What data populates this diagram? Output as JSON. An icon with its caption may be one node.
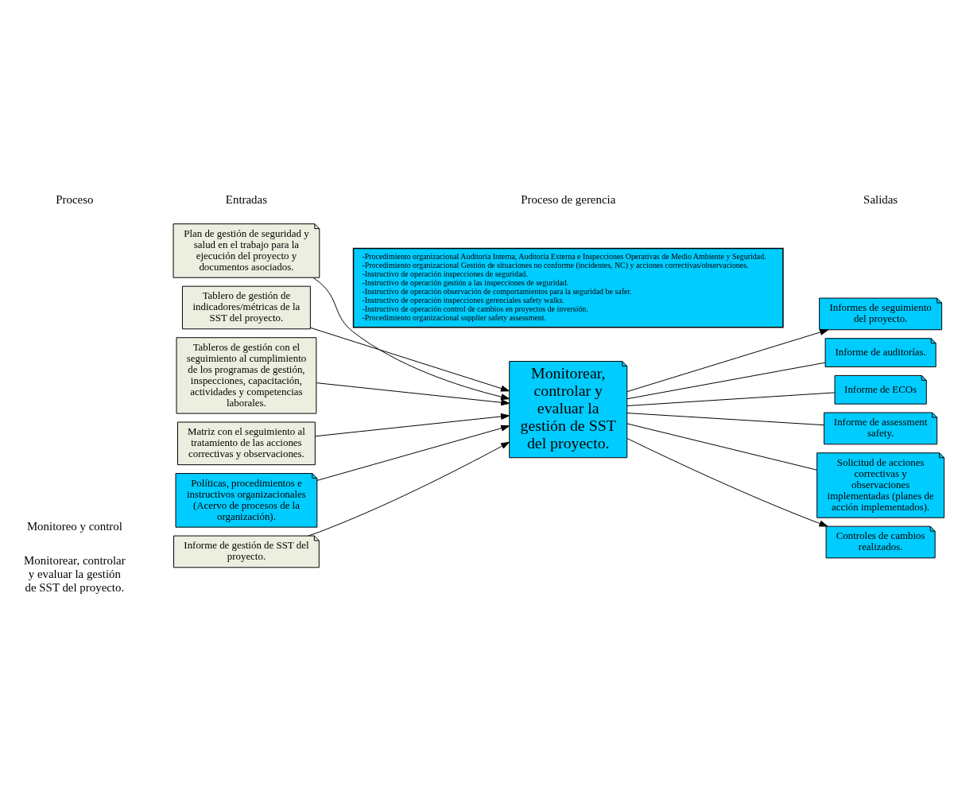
{
  "diagram": {
    "nodes": [
      {
        "text": [
          "Informe de gestión de SST del proyecto."
        ]
      },
      {
        "text": [
          "Plan de gestión de seguridad y salud en el trabajo para la ejecución del proyecto y documentos asociados."
        ]
      },
      {
        "text": [
          "Tablero de gestión de indicadores/métricas de la SST del proyecto."
        ]
      },
      {
        "text": [
          "Tableros de gestión con el seguimiento al cumplimiento de los programas de gestión, inspecciones, capacitación, actividades y competencias laborales."
        ]
      },
      {
        "text": [
          "Matriz con el seguimiento al tratamiento de las acciones correctivas y observaciones."
        ]
      },
      {
        "text": [
          "Políticas, procedimientos e instructivos organizacionales (Acervo de procesos de la organización)."
        ]
      },
      {
        "text": [
          "Monitorear, controlar y evaluar la gestión de SST del proyecto."
        ]
      },
      {
        "text": [
          "Informes de seguimiento del proyecto."
        ]
      },
      {
        "text": [
          "Informe de auditorías."
        ]
      },
      {
        "text": [
          "Informe de ECOs"
        ]
      },
      {
        "text": [
          "Informe de assessment safety."
        ]
      },
      {
        "text": [
          "Solicitud de acciones correctivas y observaciones implementadas (planes de acción implementados)."
        ]
      },
      {
        "text": [
          "Controles de cambios realizados."
        ]
      },
      {
        "text": [
          "-Procedimiento organizacional Auditoría Interna, Auditoría Externa e Inspecciones Operativas de Medio Ambiente y Seguridad.",
          "-Procedimiento organizacional Gestión de situaciones no conforme (incidentes, NC) y acciones correctivas/observaciones.",
          "-Instructivo de operación inspecciones de seguridad.",
          "-Instructivo de operación gestión a las inspecciones de seguridad.",
          "-Instructivo de operación observación de comportamientos para la seguridad be safer.",
          "-Instructivo de operación inspecciones gerenciales safety walks.",
          "-Instructivo de operación control de cambios en proyectos de inversión.",
          "-Procedimiento organizacional supplier safety assessment."
        ]
      }
    ],
    "edges": [
      {
        "from": 0,
        "to": 6,
        "arrow": "to"
      },
      {
        "from": 1,
        "to": 6,
        "arrow": "to"
      },
      {
        "from": 2,
        "to": 6,
        "arrow": "to"
      },
      {
        "from": 3,
        "to": 6,
        "arrow": "to"
      },
      {
        "from": 4,
        "to": 6,
        "arrow": "to"
      },
      {
        "from": 5,
        "to": 6,
        "arrow": "to"
      },
      {
        "from": 6,
        "to": 7,
        "arrow": "to"
      },
      {
        "from": 6,
        "to": 8,
        "arrow": "none"
      },
      {
        "from": 6,
        "to": 9,
        "arrow": "none"
      },
      {
        "from": 6,
        "to": 10,
        "arrow": "none"
      },
      {
        "from": 6,
        "to": 11,
        "arrow": "none"
      },
      {
        "from": 6,
        "to": 12,
        "arrow": "to"
      }
    ],
    "labels": [
      "Proceso",
      "Entradas",
      "Proceso de gerencia",
      "Salidas",
      "Monitoreo y control",
      "Monitorear, controlar y evaluar la gestión de SST del proyecto."
    ]
  }
}
